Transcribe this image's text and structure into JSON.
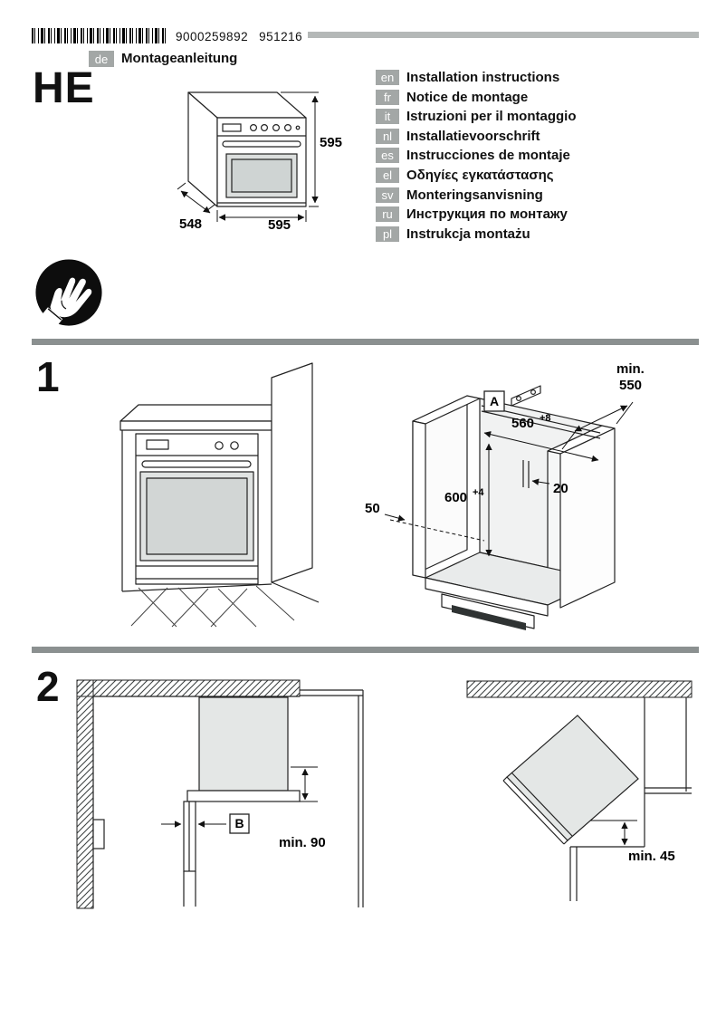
{
  "header": {
    "article_number": "9000259892",
    "print_code": "951216",
    "language_code": "de",
    "title": "Montageanleitung",
    "model": "HE"
  },
  "icons": {
    "safety": "protective-gloves-icon",
    "barcode": "barcode"
  },
  "oven_dimensions": {
    "height": "595",
    "width": "595",
    "depth": "548"
  },
  "languages": [
    {
      "code": "en",
      "title": "Installation instructions"
    },
    {
      "code": "fr",
      "title": "Notice de montage"
    },
    {
      "code": "it",
      "title": "Istruzioni per il montaggio"
    },
    {
      "code": "nl",
      "title": "Installatievoorschrift"
    },
    {
      "code": "es",
      "title": "Instrucciones de montaje"
    },
    {
      "code": "el",
      "title": "Οδηγίες εγκατάστασης"
    },
    {
      "code": "sv",
      "title": "Monteringsanvisning"
    },
    {
      "code": "ru",
      "title": "Инструкция по монтажу"
    },
    {
      "code": "pl",
      "title": "Instrukcja montażu"
    }
  ],
  "step1": {
    "number": "1",
    "niche": {
      "min_depth_label": "min.",
      "min_depth_value": "550",
      "rail_marker": "A",
      "niche_width": "560",
      "niche_width_tolerance": "+8",
      "niche_height": "600",
      "niche_height_tolerance": "+4",
      "front_clearance": "50",
      "rail_offset": "20"
    }
  },
  "step2": {
    "number": "2",
    "door_gap_marker": "B",
    "min_front_clearance": "min. 90",
    "min_corner_clearance": "min. 45"
  }
}
